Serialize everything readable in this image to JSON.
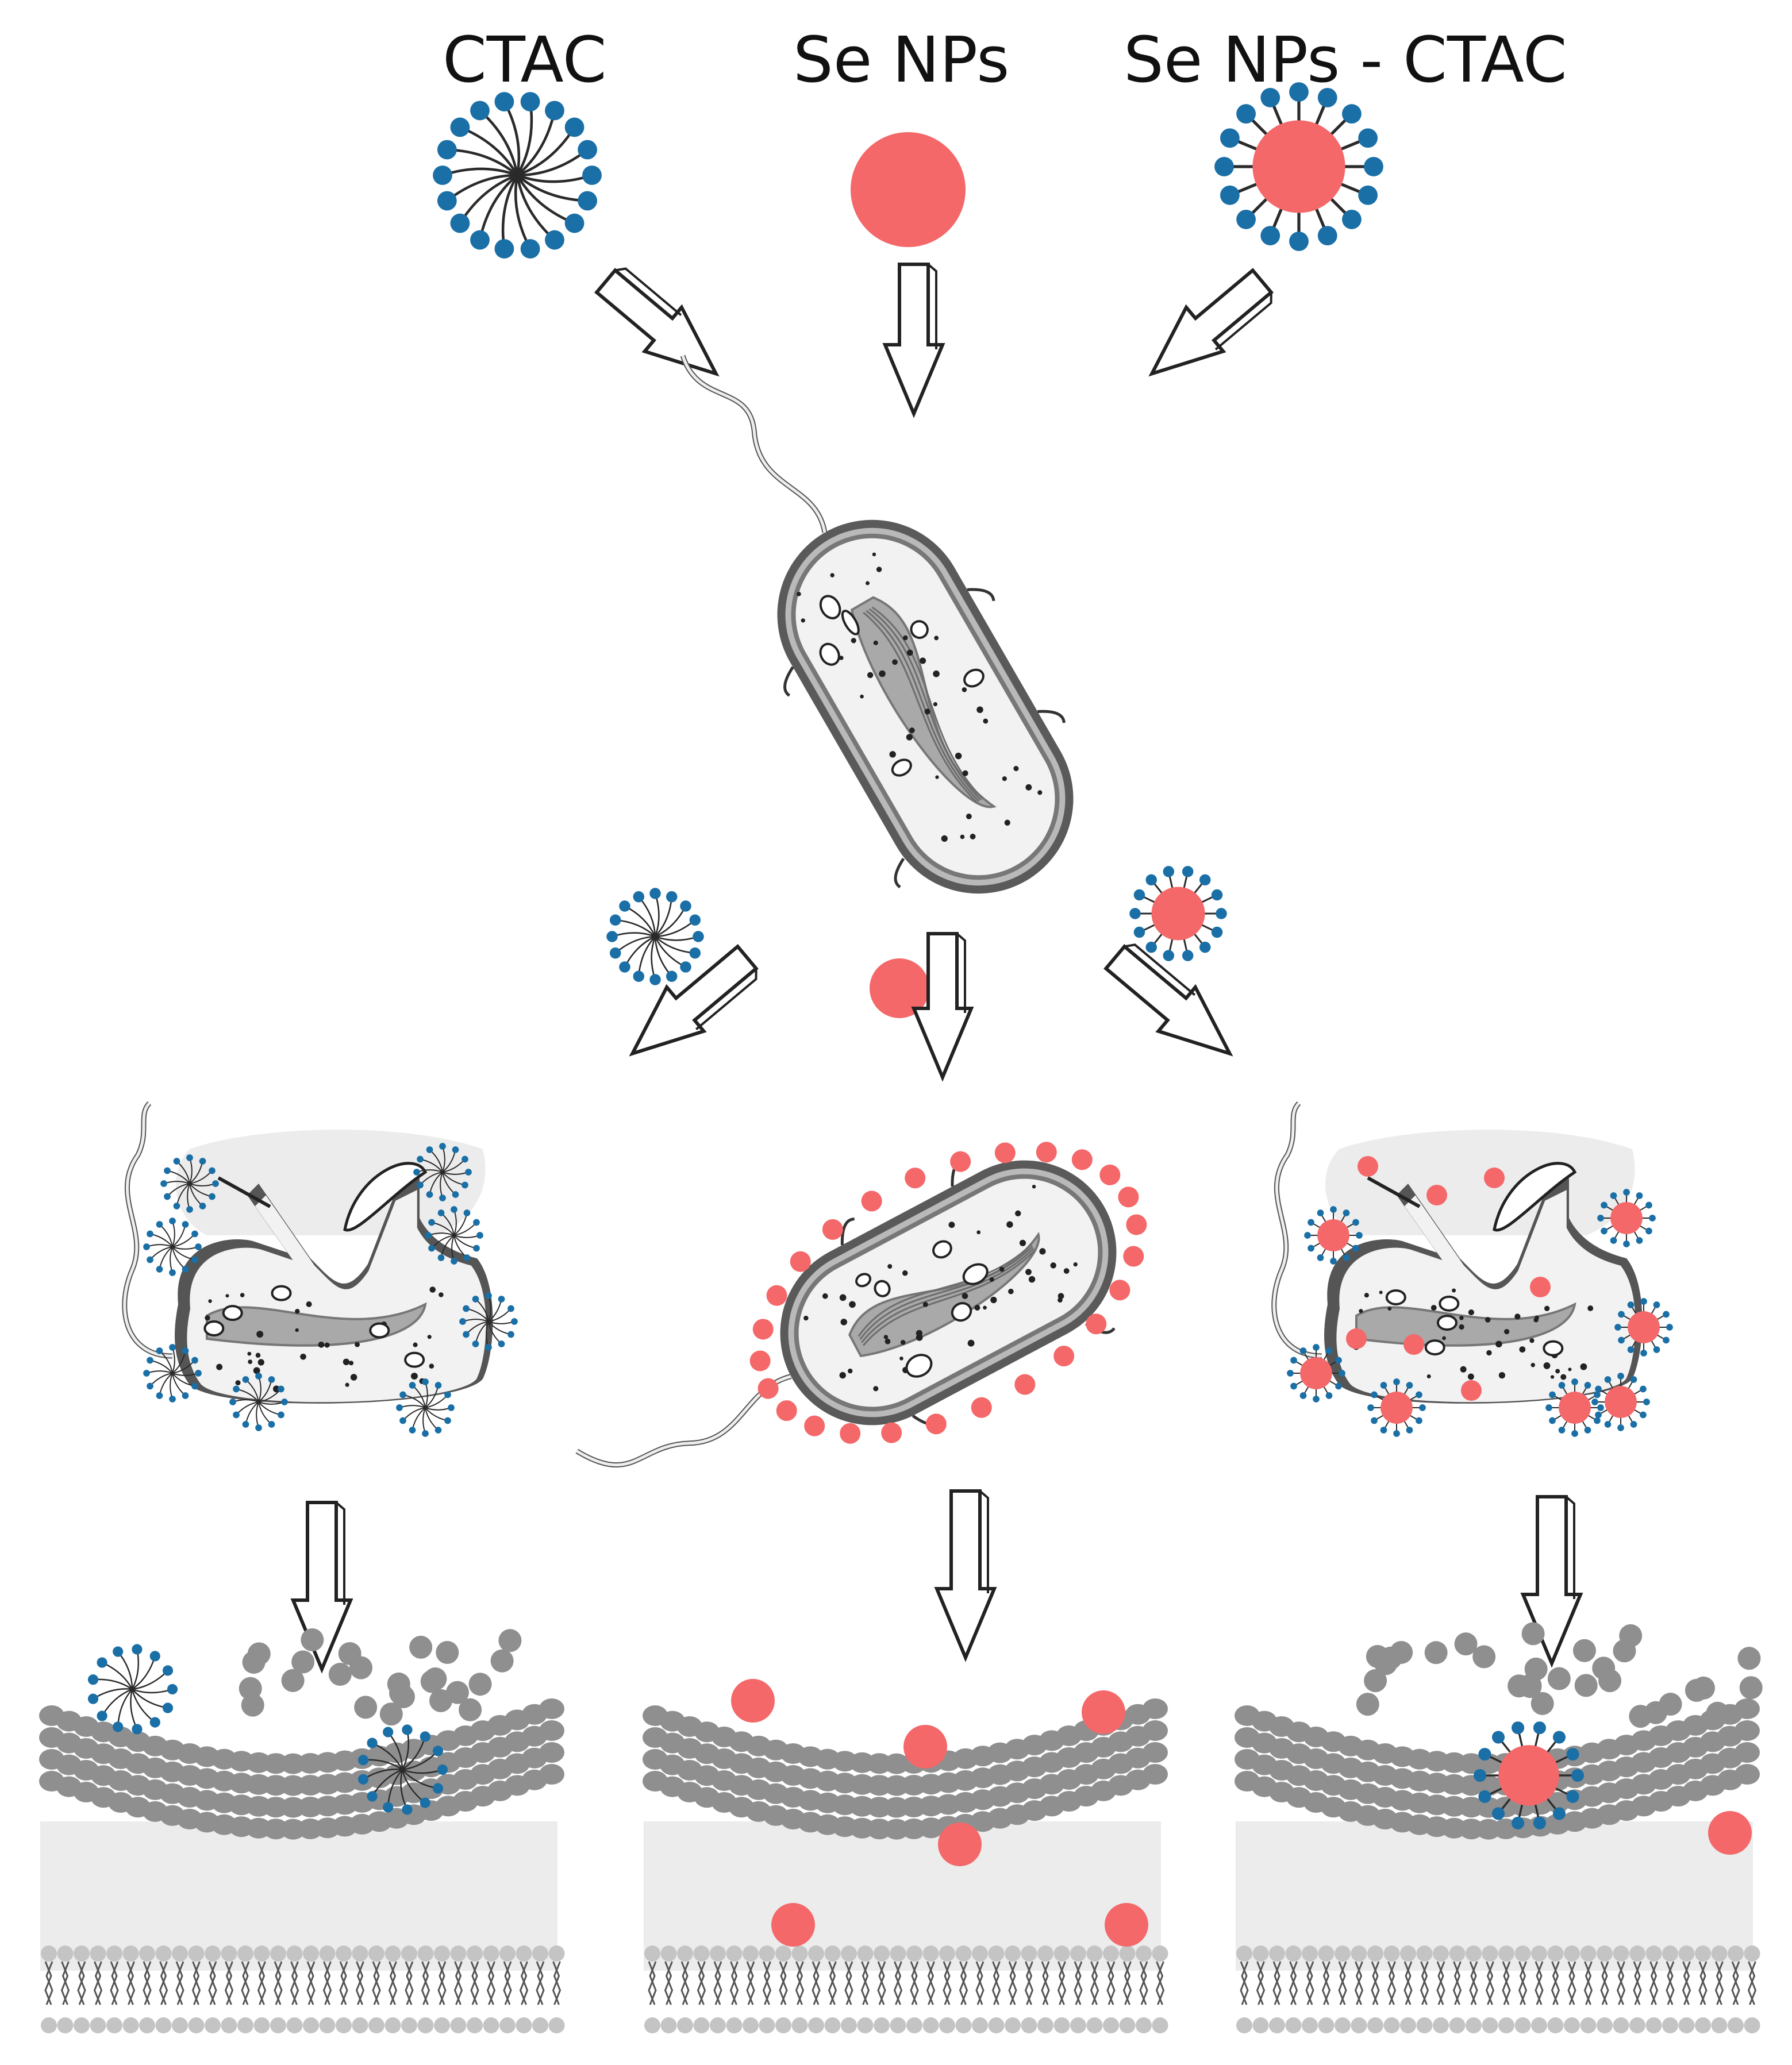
{
  "labels": {
    "ctac": "CTAC",
    "se_nps": "Se NPs",
    "se_nps_ctac": "Se NPs - CTAC"
  },
  "colors": {
    "nanoparticle": "#f4686a",
    "surfactant_head": "#1a6fa6",
    "cell_wall": "#6e6e6e",
    "cytoplasm": "#f2f2f2",
    "nucleoid": "#a9a9a9",
    "membrane_bead": "#8f8f8f",
    "bilayer_head": "#c4c4c4",
    "periplasm": "#ececec",
    "arrow_stroke": "#222222"
  },
  "icons": {
    "ctac_micelle": "ctac-micelle-icon",
    "se_nanoparticle": "se-nanoparticle-icon",
    "coated_nanoparticle": "se-nps-ctac-icon",
    "bacterium": "bacterium-icon",
    "arrow": "hollow-arrow-icon"
  }
}
